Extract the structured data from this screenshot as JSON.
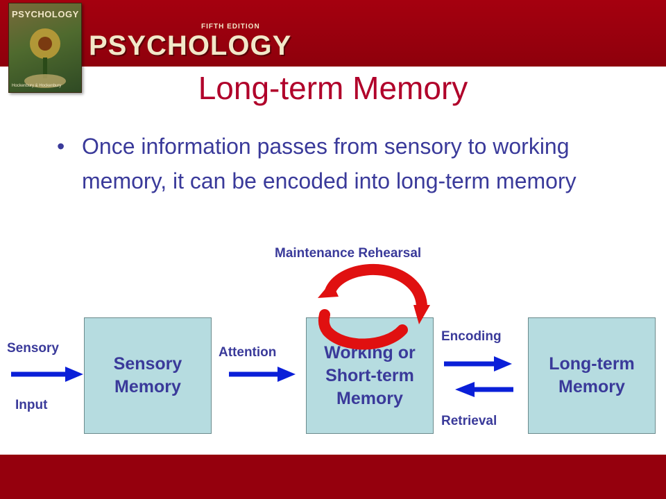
{
  "header": {
    "cover_title": "PSYCHOLOGY",
    "cover_authors": "Hockenbury & Hockenbury",
    "edition": "FIFTH EDITION",
    "brand": "PSYCHOLOGY"
  },
  "slide": {
    "title": "Long-term Memory",
    "bullet": "Once information passes from sensory to working memory, it can be encoded into long-term memory"
  },
  "diagram": {
    "boxes": {
      "sensory": "Sensory\nMemory",
      "working": "Working or\nShort-term\nMemory",
      "longterm": "Long-term\nMemory"
    },
    "labels": {
      "sensory_top": "Sensory",
      "sensory_bottom": "Input",
      "attention": "Attention",
      "encoding": "Encoding",
      "retrieval": "Retrieval",
      "rehearsal": "Maintenance Rehearsal"
    },
    "colors": {
      "arrow": "#0a1fd8",
      "cycle": "#e01010",
      "box": "#b6dce0"
    }
  }
}
